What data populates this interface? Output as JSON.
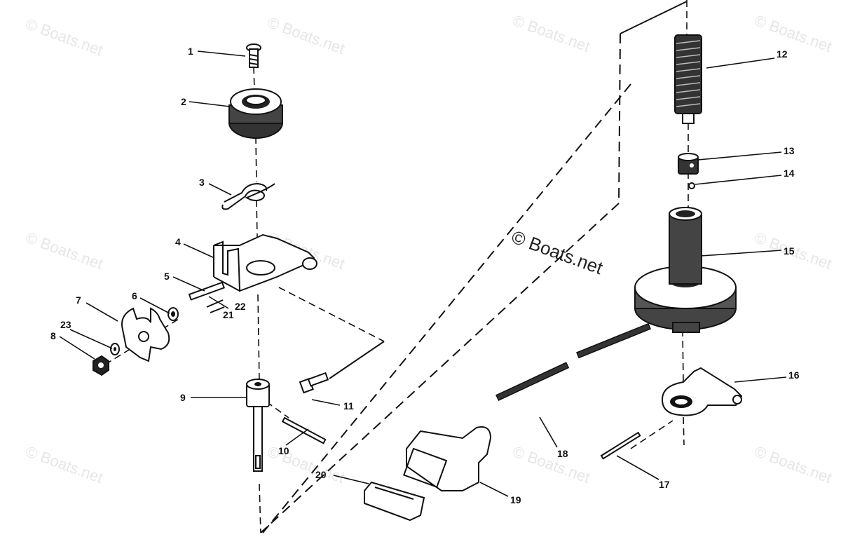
{
  "watermark": {
    "small": "© Boats.net",
    "large": "© Boats.net"
  },
  "labels": {
    "p1": "1",
    "p2": "2",
    "p3": "3",
    "p4": "4",
    "p5": "5",
    "p6": "6",
    "p7": "7",
    "p8": "8",
    "p9": "9",
    "p10": "10",
    "p11": "11",
    "p12": "12",
    "p13": "13",
    "p14": "14",
    "p15": "15",
    "p16": "16",
    "p17": "17",
    "p18": "18",
    "p19": "19",
    "p20": "20",
    "p21": "21",
    "p22": "22",
    "p23": "23"
  }
}
